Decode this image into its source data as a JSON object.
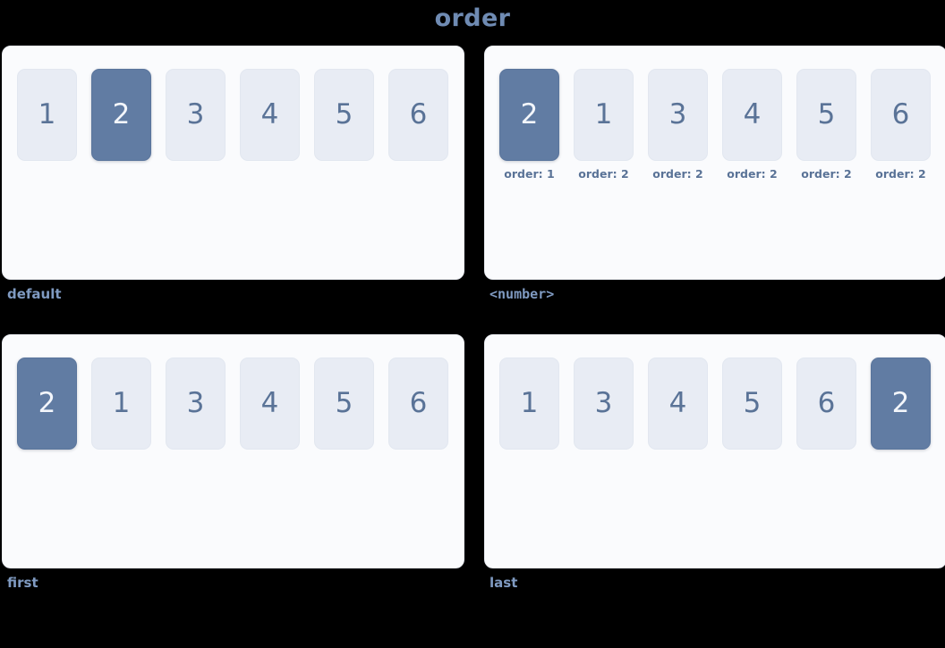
{
  "page": {
    "title": "order",
    "background_color": "#000000",
    "accent_color": "#617ca3",
    "title_color": "#6f8bb3",
    "label_color": "#7f9ac1",
    "box_color": "#e8ecf4",
    "box_text_color": "#5a7397",
    "panel_color": "#fafbfd"
  },
  "panels": [
    {
      "label": "default",
      "label_style": "text",
      "show_order_captions": false,
      "items": [
        {
          "value": "1",
          "highlight": false
        },
        {
          "value": "2",
          "highlight": true
        },
        {
          "value": "3",
          "highlight": false
        },
        {
          "value": "4",
          "highlight": false
        },
        {
          "value": "5",
          "highlight": false
        },
        {
          "value": "6",
          "highlight": false
        }
      ]
    },
    {
      "label": "<number>",
      "label_style": "mono",
      "show_order_captions": true,
      "items": [
        {
          "value": "2",
          "highlight": true,
          "caption": "order: 1"
        },
        {
          "value": "1",
          "highlight": false,
          "caption": "order: 2"
        },
        {
          "value": "3",
          "highlight": false,
          "caption": "order: 2"
        },
        {
          "value": "4",
          "highlight": false,
          "caption": "order: 2"
        },
        {
          "value": "5",
          "highlight": false,
          "caption": "order: 2"
        },
        {
          "value": "6",
          "highlight": false,
          "caption": "order: 2"
        }
      ]
    },
    {
      "label": "first",
      "label_style": "text",
      "show_order_captions": false,
      "items": [
        {
          "value": "2",
          "highlight": true
        },
        {
          "value": "1",
          "highlight": false
        },
        {
          "value": "3",
          "highlight": false
        },
        {
          "value": "4",
          "highlight": false
        },
        {
          "value": "5",
          "highlight": false
        },
        {
          "value": "6",
          "highlight": false
        }
      ]
    },
    {
      "label": "last",
      "label_style": "text",
      "show_order_captions": false,
      "items": [
        {
          "value": "1",
          "highlight": false
        },
        {
          "value": "3",
          "highlight": false
        },
        {
          "value": "4",
          "highlight": false
        },
        {
          "value": "5",
          "highlight": false
        },
        {
          "value": "6",
          "highlight": false
        },
        {
          "value": "2",
          "highlight": true
        }
      ]
    }
  ]
}
